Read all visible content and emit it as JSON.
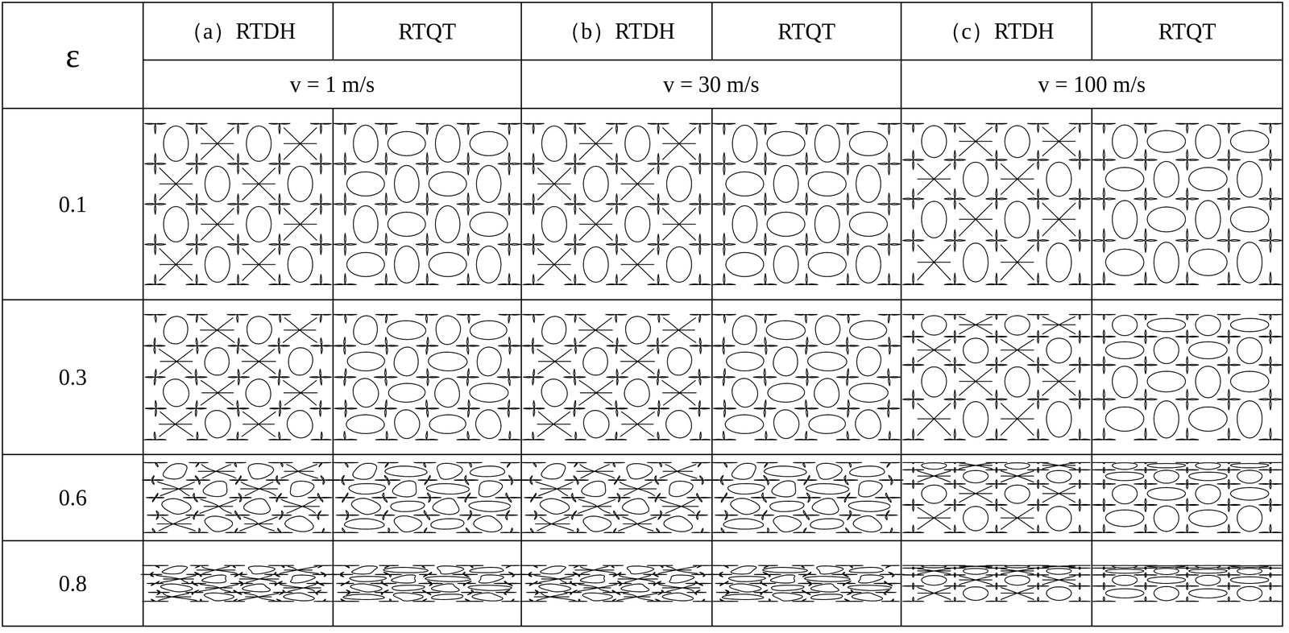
{
  "diagram": {
    "labels": [
      "ε",
      "（a）RTDH",
      "RTQT",
      "（b）RTDH",
      "RTQT",
      "（c）RTDH",
      "RTQT",
      "v = 1 m/s",
      "v = 30 m/s",
      "v = 100 m/s",
      "0.1",
      "0.3",
      "0.6",
      "0.8"
    ]
  }
}
